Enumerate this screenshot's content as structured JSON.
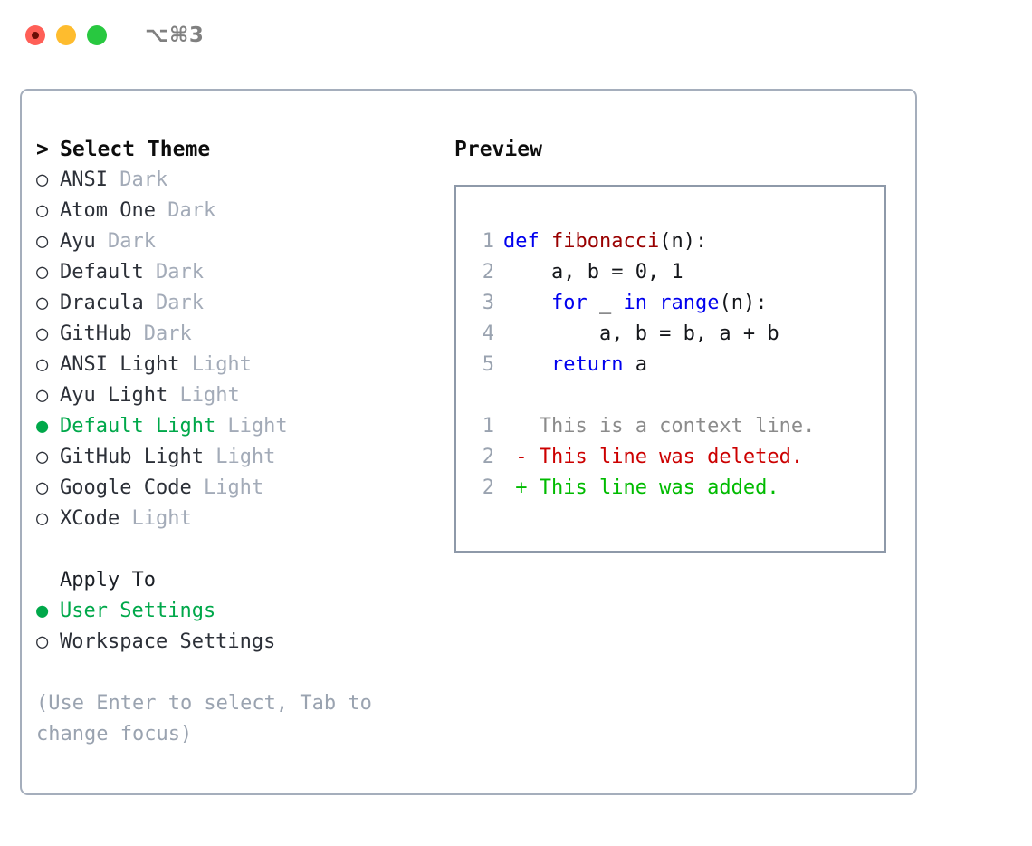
{
  "titlebar": {
    "shortcut": "⌥⌘3",
    "buttons": [
      {
        "name": "close",
        "color": "#ff5f57"
      },
      {
        "name": "minimize",
        "color": "#febc2e"
      },
      {
        "name": "maximize",
        "color": "#28c840"
      }
    ]
  },
  "theme_picker": {
    "heading": "Select Theme",
    "caret": ">",
    "marker_selected": "●",
    "marker_unselected": "○",
    "items": [
      {
        "label": "ANSI",
        "suffix": "Dark",
        "selected": false
      },
      {
        "label": "Atom One",
        "suffix": "Dark",
        "selected": false
      },
      {
        "label": "Ayu",
        "suffix": "Dark",
        "selected": false
      },
      {
        "label": "Default",
        "suffix": "Dark",
        "selected": false
      },
      {
        "label": "Dracula",
        "suffix": "Dark",
        "selected": false
      },
      {
        "label": "GitHub",
        "suffix": "Dark",
        "selected": false
      },
      {
        "label": "ANSI Light",
        "suffix": "Light",
        "selected": false
      },
      {
        "label": "Ayu Light",
        "suffix": "Light",
        "selected": false
      },
      {
        "label": "Default Light",
        "suffix": "Light",
        "selected": true
      },
      {
        "label": "GitHub Light",
        "suffix": "Light",
        "selected": false
      },
      {
        "label": "Google Code",
        "suffix": "Light",
        "selected": false
      },
      {
        "label": "XCode",
        "suffix": "Light",
        "selected": false
      }
    ]
  },
  "apply_to": {
    "title": "Apply To",
    "items": [
      {
        "label": "User Settings",
        "selected": true
      },
      {
        "label": "Workspace Settings",
        "selected": false
      }
    ]
  },
  "hint": "(Use Enter to select, Tab to change focus)",
  "preview": {
    "title": "Preview",
    "code_lines": [
      {
        "num": "1",
        "tokens": [
          {
            "t": "def",
            "c": "kw"
          },
          {
            "t": " ",
            "c": "plain"
          },
          {
            "t": "fibonacci",
            "c": "fn"
          },
          {
            "t": "(n):",
            "c": "plain"
          }
        ]
      },
      {
        "num": "2",
        "tokens": [
          {
            "t": "    a, b = 0, 1",
            "c": "plain"
          }
        ]
      },
      {
        "num": "3",
        "tokens": [
          {
            "t": "    ",
            "c": "plain"
          },
          {
            "t": "for",
            "c": "kw"
          },
          {
            "t": " _ ",
            "c": "plain"
          },
          {
            "t": "in",
            "c": "kw"
          },
          {
            "t": " ",
            "c": "plain"
          },
          {
            "t": "range",
            "c": "kw"
          },
          {
            "t": "(n):",
            "c": "plain"
          }
        ]
      },
      {
        "num": "4",
        "tokens": [
          {
            "t": "        a, b = b, a + b",
            "c": "plain"
          }
        ]
      },
      {
        "num": "5",
        "tokens": [
          {
            "t": "    ",
            "c": "plain"
          },
          {
            "t": "return",
            "c": "kw"
          },
          {
            "t": " a",
            "c": "plain"
          }
        ]
      }
    ],
    "diff_lines": [
      {
        "num": "1",
        "sign": " ",
        "text": "This is a context line.",
        "kind": "ctx"
      },
      {
        "num": "2",
        "sign": "-",
        "text": "This line was deleted.",
        "kind": "del"
      },
      {
        "num": "2",
        "sign": "+",
        "text": "This line was added.",
        "kind": "add"
      }
    ]
  },
  "colors": {
    "accent_green": "#00a84a",
    "muted_gray": "#a3abb8",
    "border": "#a5aebc",
    "preview_border": "#8e99a9",
    "keyword_blue": "#0000ee",
    "function_red": "#990000",
    "diff_deleted": "#cc0000",
    "diff_added": "#00bb00",
    "diff_context": "#8b8b8b"
  }
}
